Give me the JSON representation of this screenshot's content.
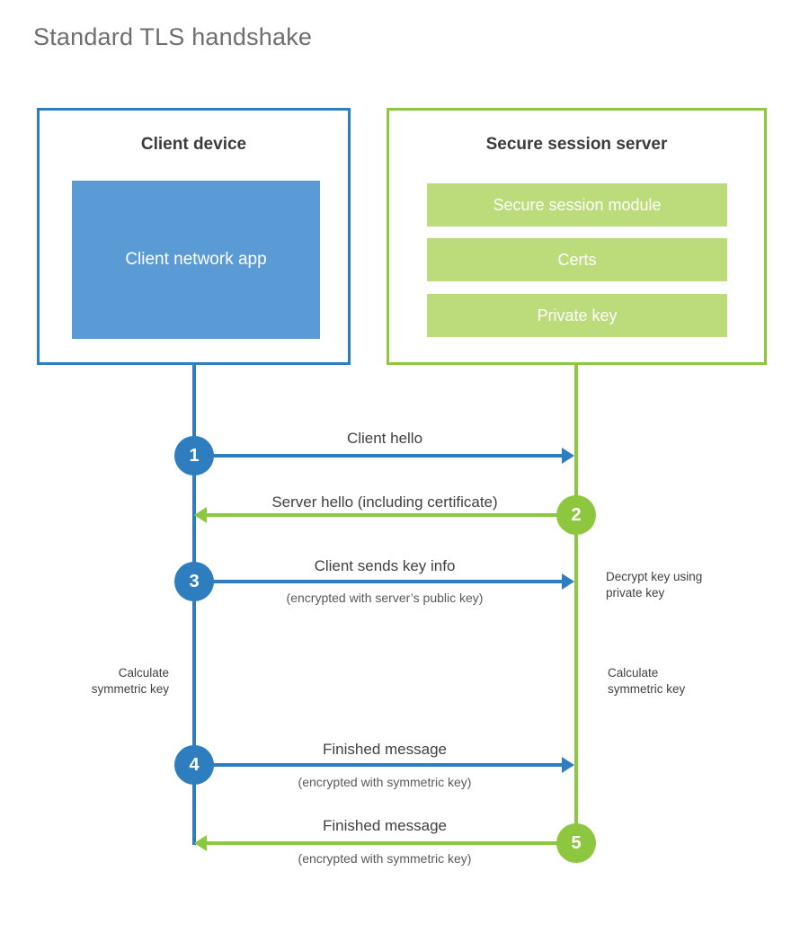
{
  "title": "Standard TLS handshake",
  "colors": {
    "client_blue": "#2E7DBF",
    "client_app_fill": "#5B9BD5",
    "server_green": "#8DC63F",
    "server_block_fill": "#BCDB7A",
    "text_dark": "#414042",
    "title_gray": "#6d6e71"
  },
  "client": {
    "title": "Client device",
    "app_label": "Client network app"
  },
  "server": {
    "title": "Secure session server",
    "blocks": [
      {
        "label": "Secure session module"
      },
      {
        "label": "Certs"
      },
      {
        "label": "Private key"
      }
    ]
  },
  "steps": [
    {
      "number": "1",
      "label": "Client hello",
      "sublabel": "",
      "direction": "client-to-server",
      "color": "blue"
    },
    {
      "number": "2",
      "label": "Server hello (including certificate)",
      "sublabel": "",
      "direction": "server-to-client",
      "color": "green"
    },
    {
      "number": "3",
      "label": "Client sends key info",
      "sublabel": "(encrypted with server’s public key)",
      "direction": "client-to-server",
      "color": "blue"
    },
    {
      "number": "4",
      "label": "Finished message",
      "sublabel": "(encrypted with symmetric key)",
      "direction": "client-to-server",
      "color": "blue"
    },
    {
      "number": "5",
      "label": "Finished message",
      "sublabel": "(encrypted with symmetric key)",
      "direction": "server-to-client",
      "color": "green"
    }
  ],
  "annotations": {
    "decrypt_key": "Decrypt key using\nprivate key",
    "decrypt_key_line1": "Decrypt key using",
    "decrypt_key_line2": "private key",
    "client_calc_line1": "Calculate",
    "client_calc_line2": "symmetric key",
    "server_calc_line1": "Calculate",
    "server_calc_line2": "symmetric key"
  }
}
